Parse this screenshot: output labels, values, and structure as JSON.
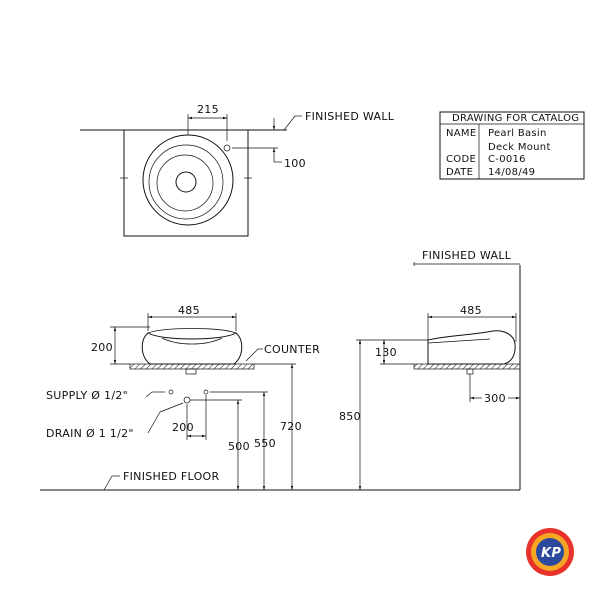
{
  "catalog": {
    "header": "DRAWING FOR CATALOG",
    "name_label": "NAME",
    "name_value_1": "Pearl Basin",
    "name_value_2": "Deck Mount",
    "code_label": "CODE",
    "code_value": "C-0016",
    "date_label": "DATE",
    "date_value": "14/08/49"
  },
  "top_view": {
    "dim_215": "215",
    "dim_100": "100",
    "finished_wall": "FINISHED WALL"
  },
  "front_view": {
    "dim_485": "485",
    "dim_200": "200",
    "counter": "COUNTER",
    "supply": "SUPPLY Ø 1/2\"",
    "drain": "DRAIN Ø 1 1/2\"",
    "dim_200_drain": "200",
    "dim_500": "500",
    "dim_550": "550",
    "dim_720": "720",
    "finished_floor": "FINISHED FLOOR"
  },
  "side_view": {
    "finished_wall": "FINISHED WALL",
    "dim_485": "485",
    "dim_130": "130",
    "dim_300": "300",
    "dim_850": "850"
  },
  "logo": {
    "text": "KP",
    "colors": {
      "outer": "#e8322b",
      "ring": "#f5a623",
      "inner": "#2b4a9e"
    }
  }
}
